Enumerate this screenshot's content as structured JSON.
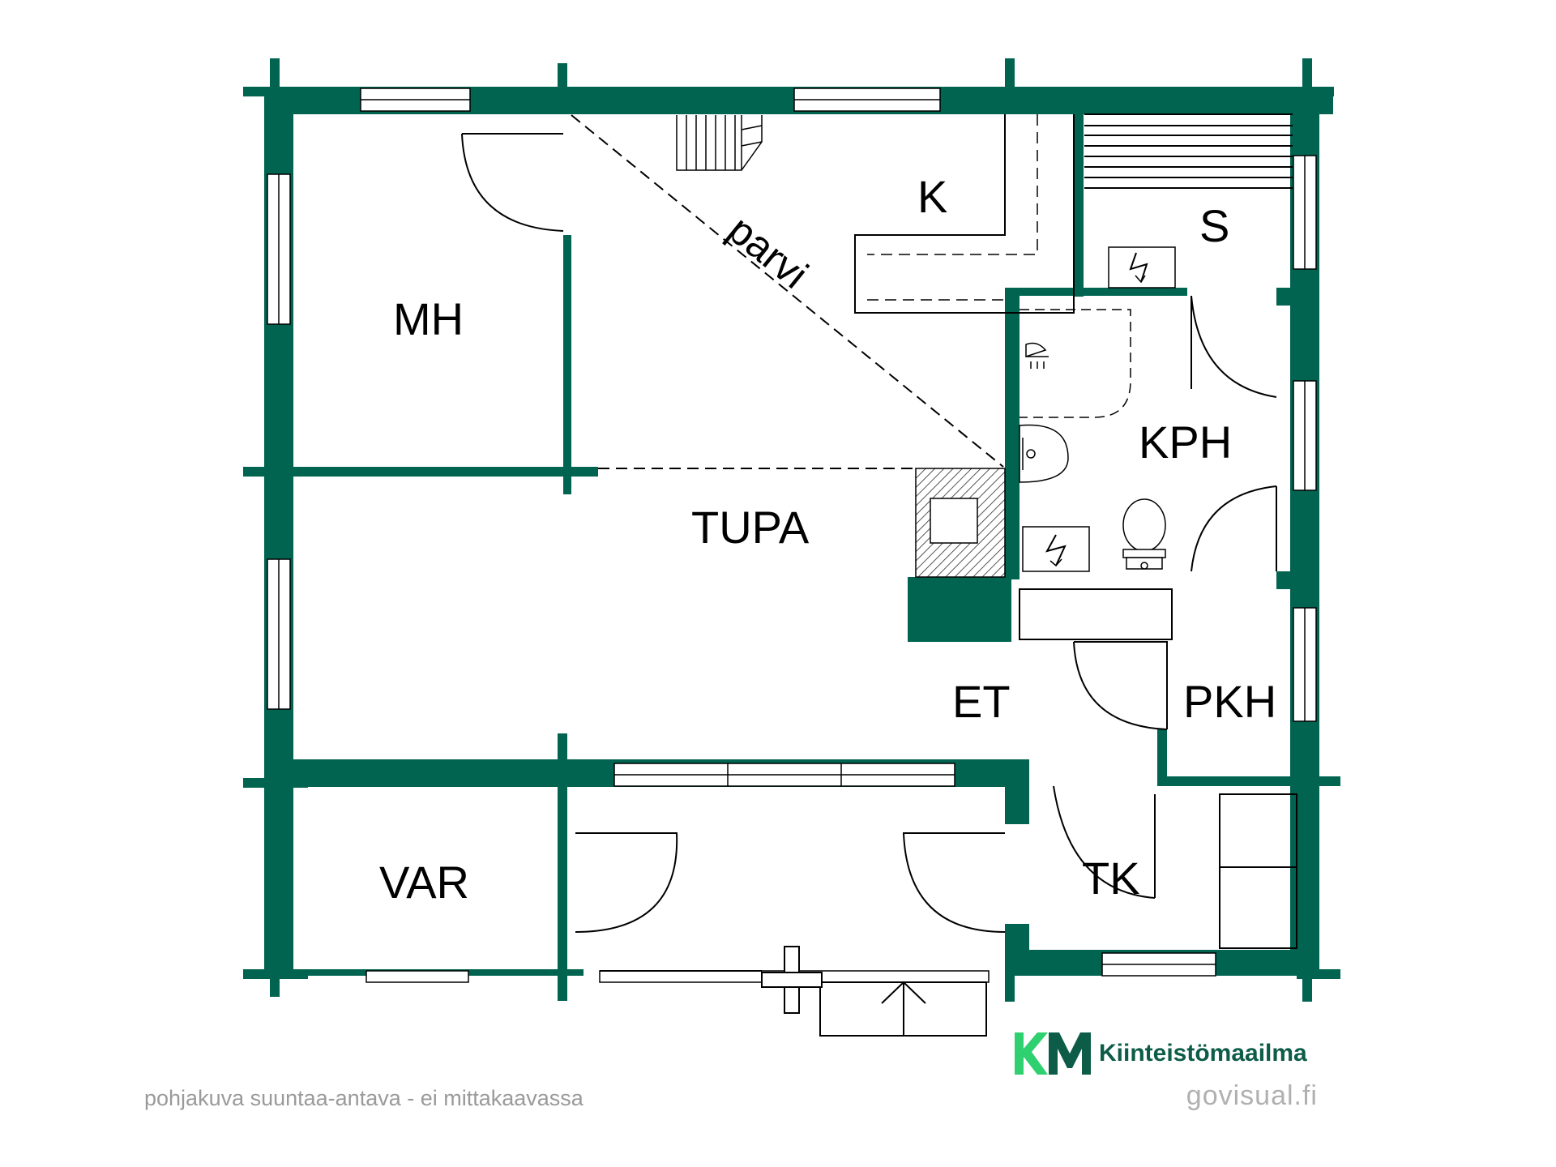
{
  "colors": {
    "wall": "#006450",
    "accent": "#2fd06f",
    "line": "#000000",
    "muted": "#9a9a9a"
  },
  "rooms": {
    "mh": "MH",
    "k": "K",
    "s": "S",
    "kph": "KPH",
    "tupa": "TUPA",
    "et": "ET",
    "pkh": "PKH",
    "var": "VAR",
    "tk": "TK"
  },
  "loft_label": "parvi",
  "brand": {
    "logo_letters": "KM",
    "name": "Kiinteistömaailma"
  },
  "footer": {
    "disclaimer": "pohjakuva suuntaa-antava - ei mittakaavassa",
    "credit": "govisual.fi"
  },
  "icons": [
    "electric-heater-icon",
    "shower-icon",
    "washbasin-icon",
    "toilet-icon",
    "stairs-icon",
    "fireplace-icon"
  ]
}
